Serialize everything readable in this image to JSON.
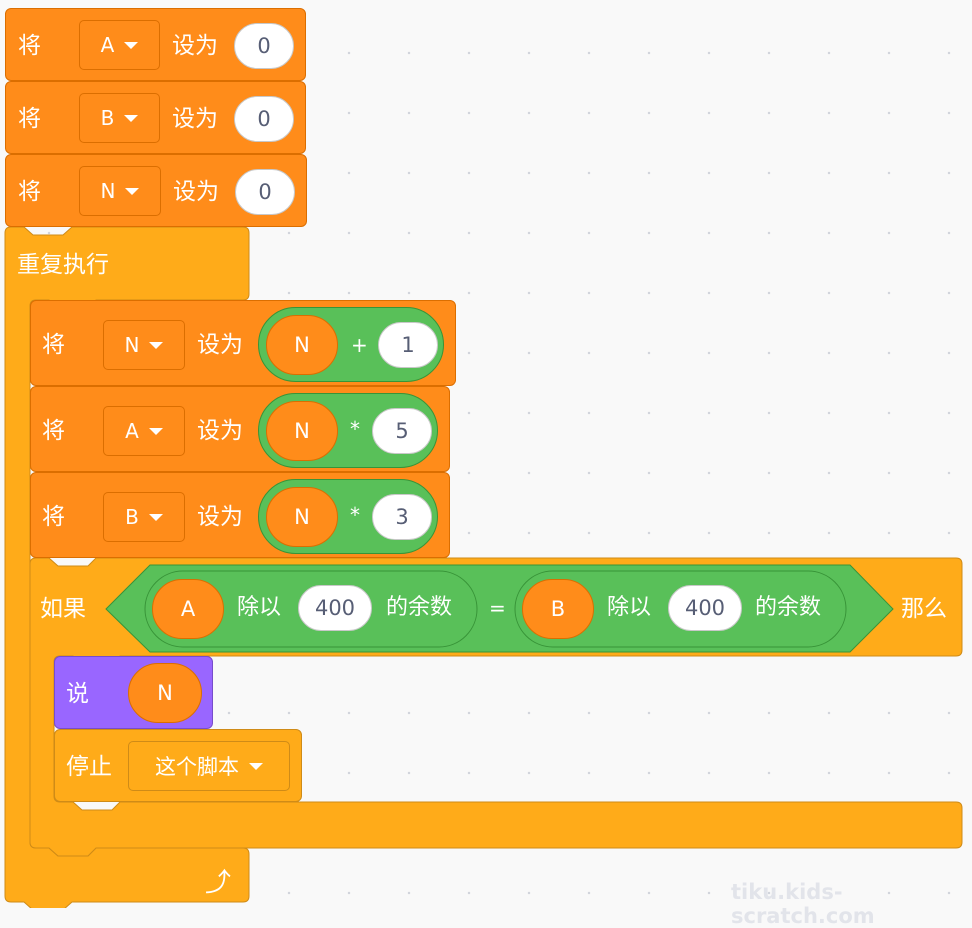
{
  "blocks": {
    "set_a": {
      "label": "将",
      "var": "A",
      "to": "设为",
      "value": "0"
    },
    "set_b": {
      "label": "将",
      "var": "B",
      "to": "设为",
      "value": "0"
    },
    "set_n": {
      "label": "将",
      "var": "N",
      "to": "设为",
      "value": "0"
    },
    "forever": {
      "label": "重复执行"
    },
    "set_n_inc": {
      "label": "将",
      "var": "N",
      "to": "设为",
      "op_left": "N",
      "op": "+",
      "op_right": "1"
    },
    "set_a_mul": {
      "label": "将",
      "var": "A",
      "to": "设为",
      "op_left": "N",
      "op": "*",
      "op_right": "5"
    },
    "set_b_mul": {
      "label": "将",
      "var": "B",
      "to": "设为",
      "op_left": "N",
      "op": "*",
      "op_right": "3"
    },
    "if_block": {
      "if_label": "如果",
      "then_label": "那么",
      "eq": "=",
      "left": {
        "var": "A",
        "mod_label": "除以",
        "divisor": "400",
        "suffix": "的余数"
      },
      "right": {
        "var": "B",
        "mod_label": "除以",
        "divisor": "400",
        "suffix": "的余数"
      }
    },
    "say": {
      "label": "说",
      "value": "N"
    },
    "stop": {
      "label": "停止",
      "option": "这个脚本"
    }
  },
  "watermark": "tiku.kids-scratch.com",
  "colors": {
    "variables": "#FF8C1A",
    "control": "#FFAB19",
    "operators": "#59C059",
    "looks": "#9966FF"
  }
}
